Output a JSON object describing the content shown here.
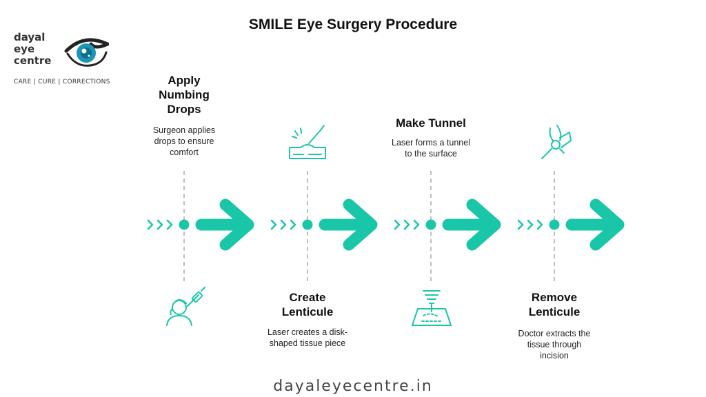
{
  "brand": {
    "name_lines": [
      "dayal",
      "eye",
      "centre"
    ],
    "tagline": "CARE | CURE | CORRECTIONS",
    "website": "dayaleyecentre.in",
    "accent_color": "#19c7a8",
    "logo_dark": "#222222",
    "logo_iris": "#1b95b8"
  },
  "title": "SMILE Eye Surgery Procedure",
  "steps": [
    {
      "title_lines": [
        "Apply",
        "Numbing",
        "Drops"
      ],
      "description_lines": [
        "Surgeon applies",
        "drops to ensure",
        "comfort"
      ],
      "text_position": "top",
      "icon": "doctor-eye-drop-icon"
    },
    {
      "title_lines": [
        "Create",
        "Lenticule"
      ],
      "description_lines": [
        "Laser creates a disk-",
        "shaped tissue piece"
      ],
      "text_position": "bottom",
      "icon": "scalpel-tissue-icon"
    },
    {
      "title_lines": [
        "Make Tunnel"
      ],
      "description_lines": [
        "Laser forms a tunnel",
        "to the surface"
      ],
      "text_position": "top",
      "icon": "laser-beam-icon"
    },
    {
      "title_lines": [
        "Remove",
        "Lenticule"
      ],
      "description_lines": [
        "Doctor extracts the",
        "tissue through",
        "incision"
      ],
      "text_position": "bottom",
      "icon": "extraction-tool-icon"
    }
  ]
}
